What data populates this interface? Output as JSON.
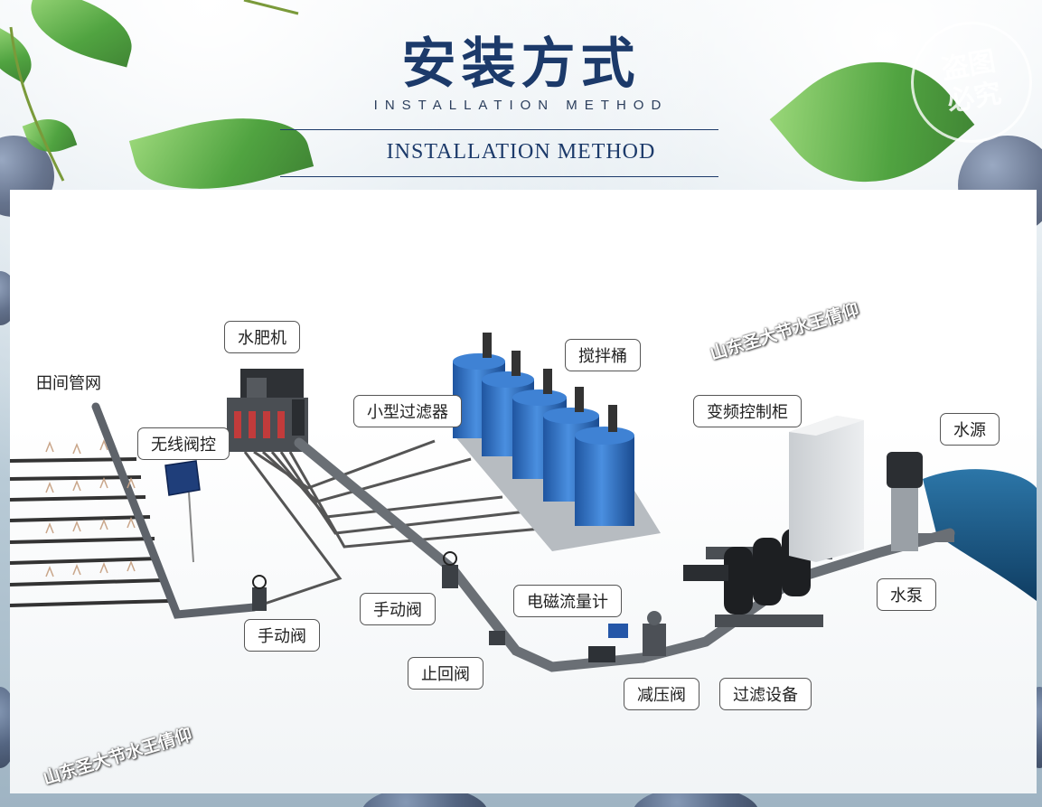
{
  "header": {
    "title_cn": "安装方式",
    "subtitle_spaced": "INSTALLATION METHOD",
    "subtitle": "INSTALLATION METHOD"
  },
  "seal_text": "盗图必究",
  "diagram": {
    "labels": {
      "field_network": "田间管网",
      "wireless_valve": "无线阀控",
      "fertilizer_machine": "水肥机",
      "small_filter": "小型过滤器",
      "mixing_tank": "搅拌桶",
      "vfd_cabinet": "变频控制柜",
      "water_source": "水源",
      "pump": "水泵",
      "manual_valve_left": "手动阀",
      "manual_valve_mid": "手动阀",
      "check_valve": "止回阀",
      "flow_meter": "电磁流量计",
      "pressure_reducer": "减压阀",
      "filter_equipment": "过滤设备"
    }
  },
  "watermarks": [
    "山东圣大节水王倩仰",
    "山东圣大节水王倩仰"
  ],
  "colors": {
    "title": "#1c3a6a",
    "tank_blue": "#2f6fc0",
    "pipe_gray": "#6a6f75",
    "water": "#1e5a86"
  }
}
